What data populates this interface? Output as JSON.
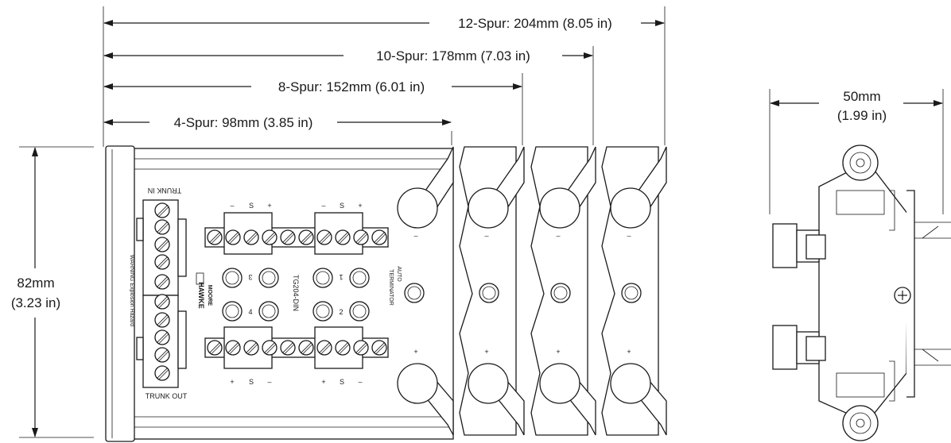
{
  "dimensions": {
    "spur12": "12-Spur: 204mm (8.05 in)",
    "spur10": "10-Spur: 178mm (7.03 in)",
    "spur8": "8-Spur: 152mm (6.01 in)",
    "spur4": "4-Spur: 98mm (3.85 in)",
    "height_mm": "82mm",
    "height_in": "(3.23 in)",
    "depth_mm": "50mm",
    "depth_in": "(1.99 in)"
  },
  "labels": {
    "trunk_in": "TRUNK IN",
    "trunk_out": "TRUNK OUT",
    "warning": "WARNING Explosion Hazard",
    "model": "TG204-DIN",
    "auto": "AUTO",
    "terminator": "TERMINATOR",
    "brand_top": "MOORE",
    "brand_main": "HAWKE",
    "minus": "–",
    "plus": "+",
    "s": "S",
    "spur1": "1",
    "spur2": "2",
    "spur3": "3",
    "spur4": "4"
  },
  "colors": {
    "line": "#1a1a1a",
    "background": "#ffffff"
  }
}
